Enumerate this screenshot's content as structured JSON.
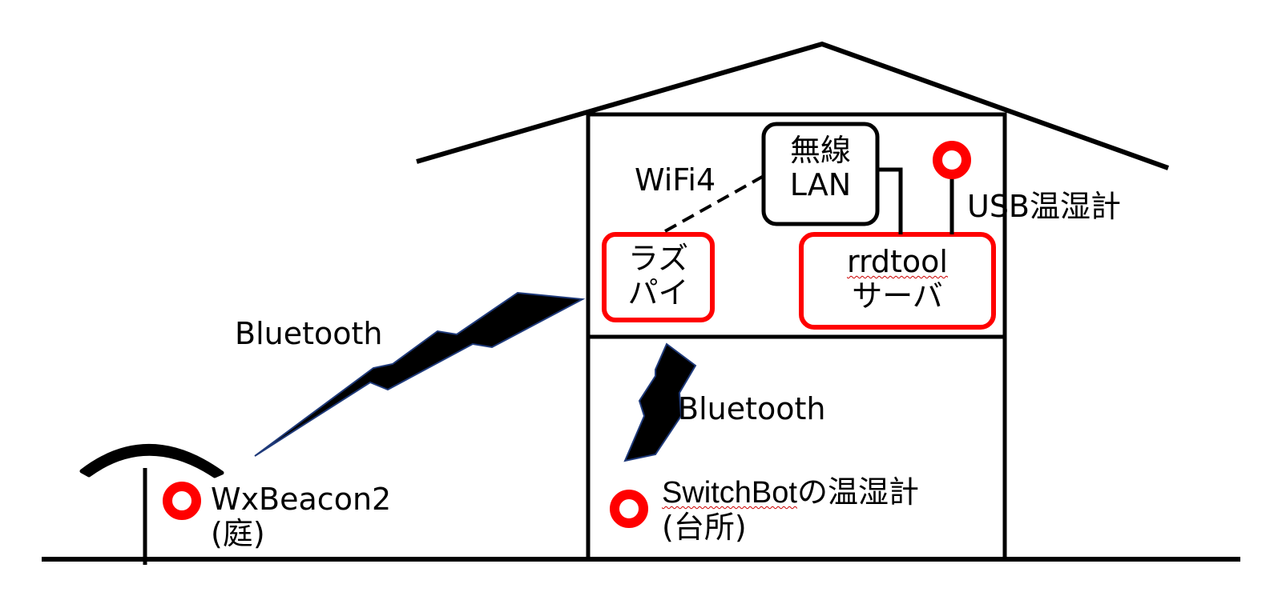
{
  "labels": {
    "wifi": "WiFi4",
    "wireless_lan_line1": "無線",
    "wireless_lan_line2": "LAN",
    "usb_sensor": "USB温湿計",
    "raspi_line1": "ラズ",
    "raspi_line2": "パイ",
    "rrdtool_line1": "rrdtool",
    "rrdtool_line2": "サーバ",
    "bluetooth_outdoor": "Bluetooth",
    "bluetooth_indoor": "Bluetooth",
    "wxbeacon_line1": "WxBeacon2",
    "wxbeacon_line2": "(庭)",
    "switchbot_name": "SwitchBot",
    "switchbot_rest": "の温湿計",
    "switchbot_line2": "(台所)"
  },
  "colors": {
    "stroke": "#000000",
    "highlight": "#ff0000",
    "bolt_outline": "#1f3a7a",
    "background": "#ffffff"
  },
  "icons": {
    "sensor": "ring-sensor-icon",
    "wireless_link": "lightning-bolt-icon",
    "garden_stand": "umbrella-stand-icon"
  }
}
